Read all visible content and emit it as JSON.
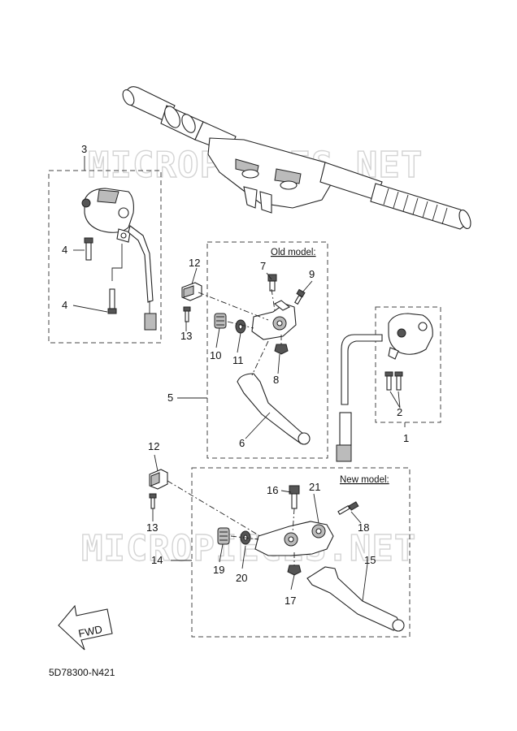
{
  "watermark": {
    "top": "MICROPIECES.NET",
    "bottom": "MICROPIECES.NET"
  },
  "captions": {
    "old_model": "Old model:",
    "new_model": "New model:"
  },
  "fwd_label": "FWD",
  "drawing_code": "5D78300-N421",
  "callouts": {
    "c1": "1",
    "c2": "2",
    "c3": "3",
    "c4a": "4",
    "c4b": "4",
    "c5": "5",
    "c6": "6",
    "c7": "7",
    "c8": "8",
    "c9": "9",
    "c10": "10",
    "c11": "11",
    "c12a": "12",
    "c12b": "12",
    "c13a": "13",
    "c13b": "13",
    "c14": "14",
    "c15": "15",
    "c16": "16",
    "c17": "17",
    "c18": "18",
    "c19": "19",
    "c20": "20",
    "c21": "21"
  }
}
